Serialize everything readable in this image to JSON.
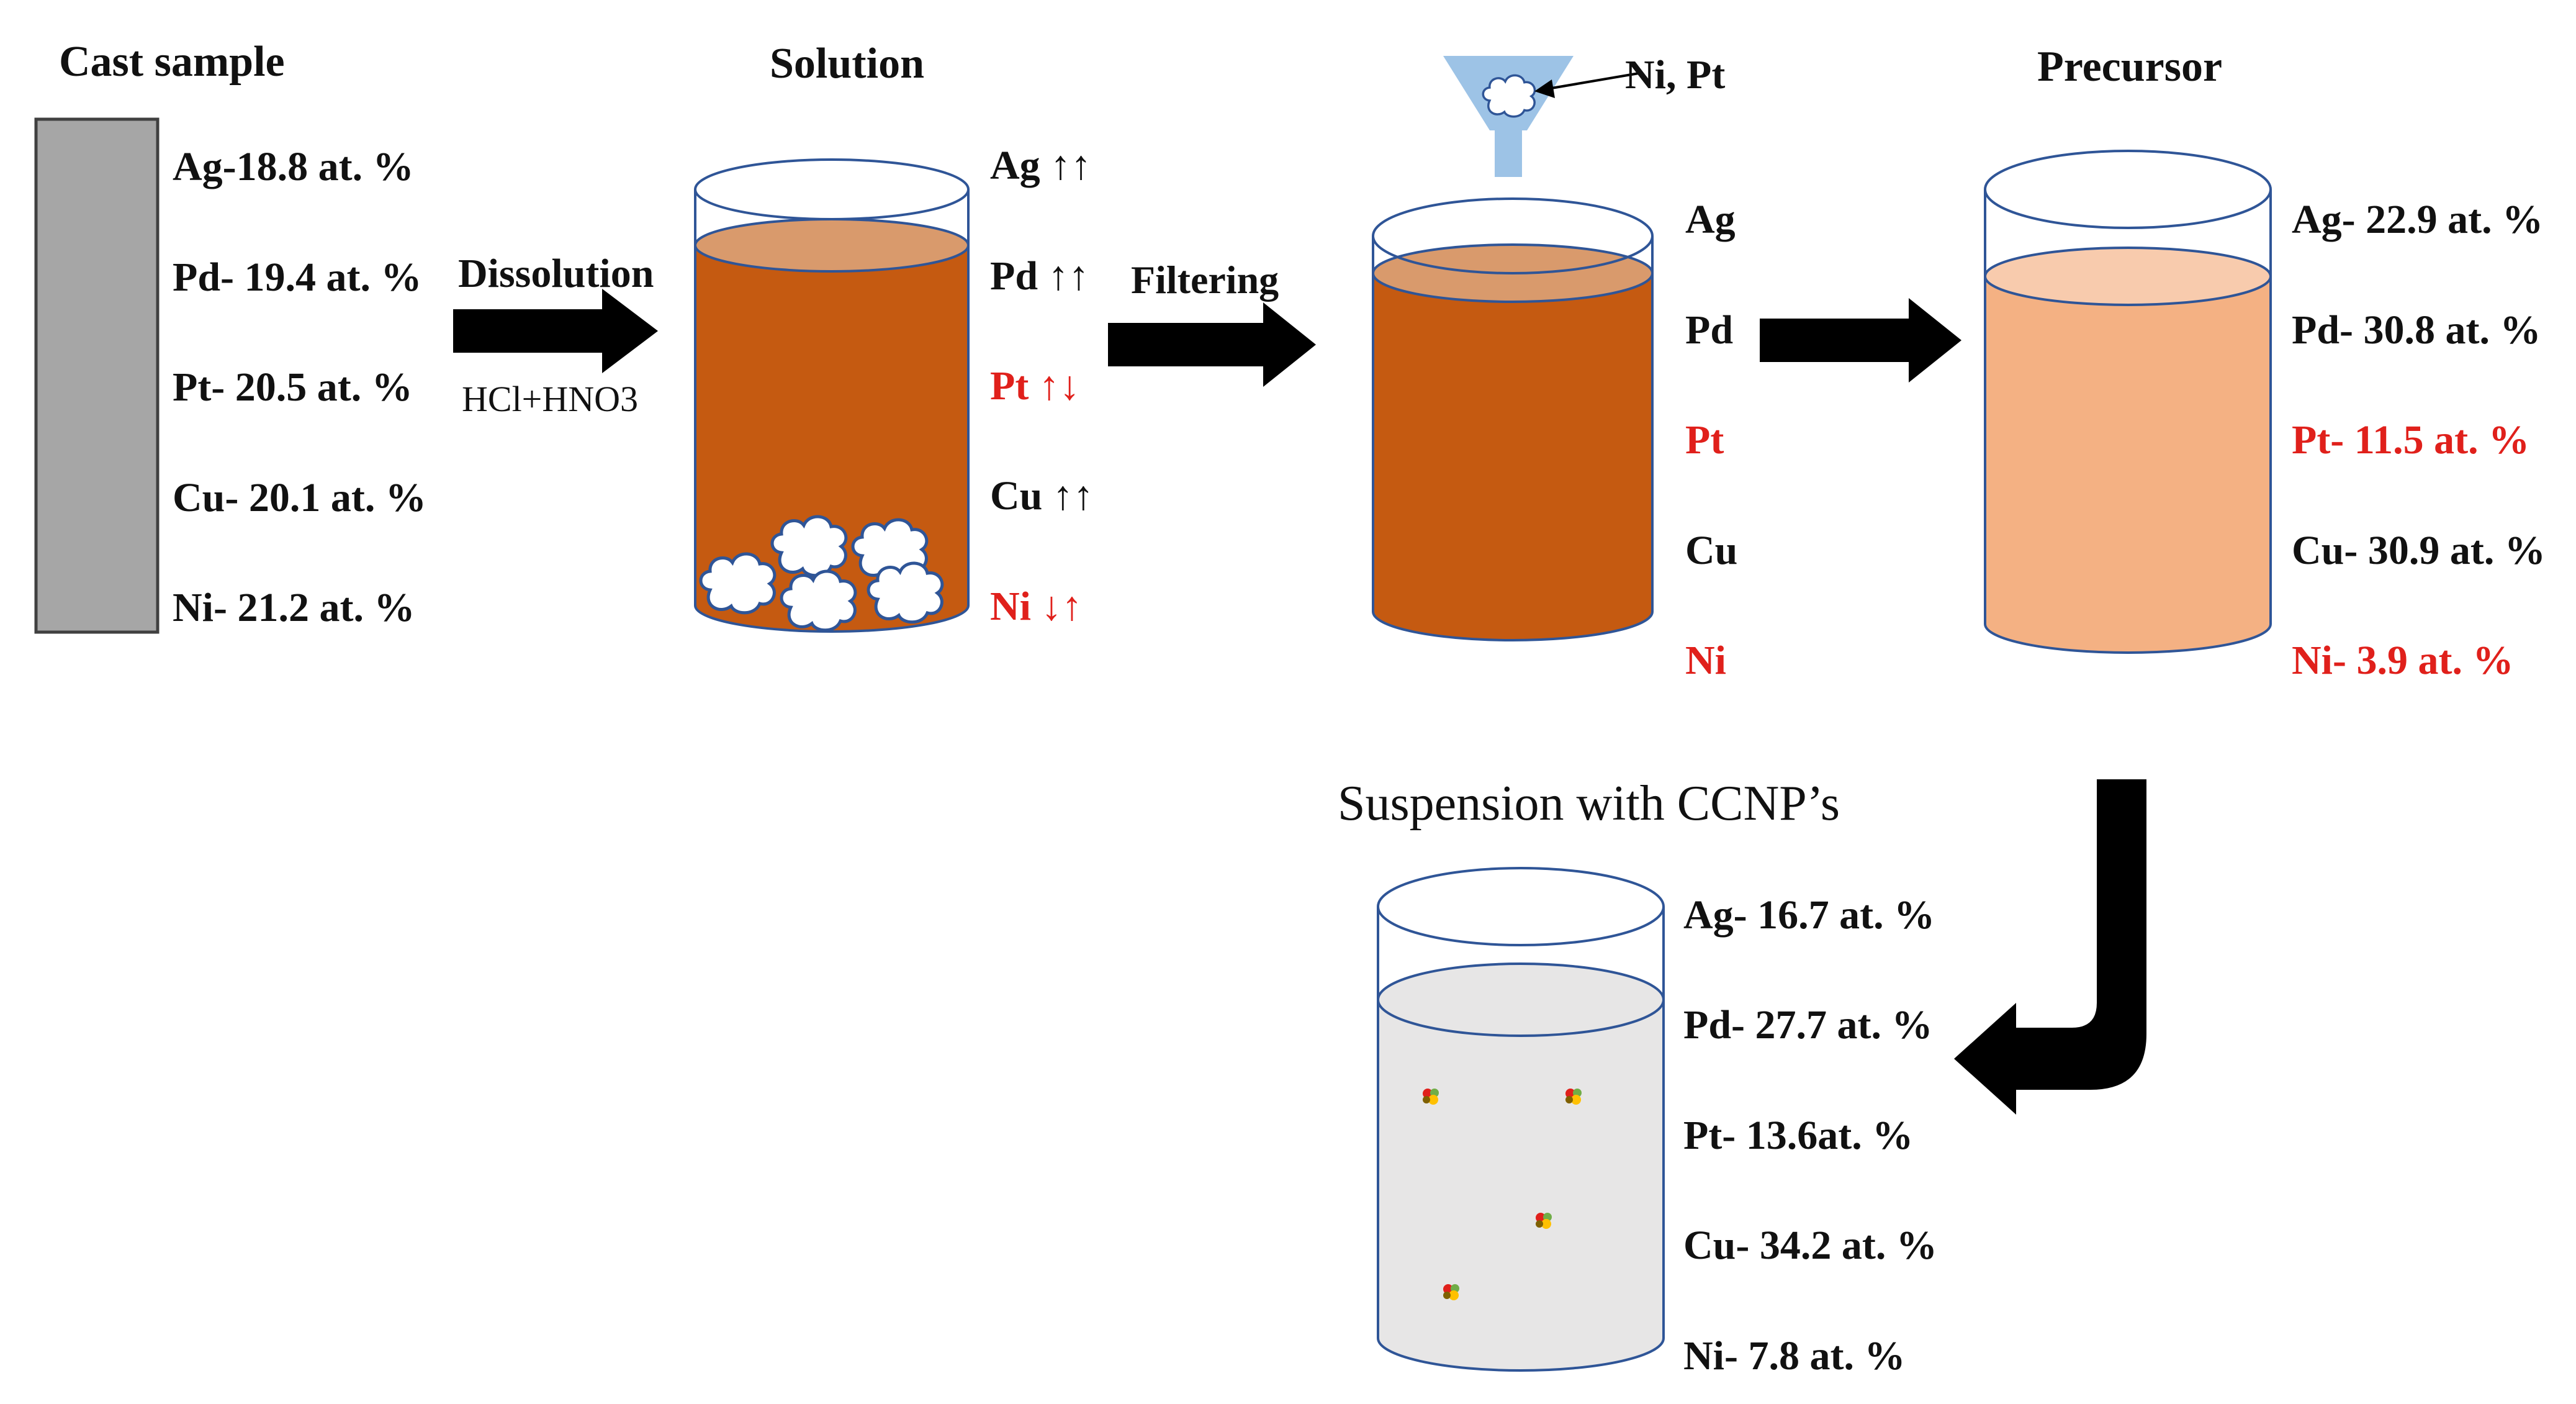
{
  "colors": {
    "red": "#e0201b",
    "solution": "#c55a11",
    "solution_surface": "#d99a6c",
    "precursor": "#f4b183",
    "precursor_surface": "#f8cbad",
    "suspension": "#e7e6e6",
    "funnel": "#9dc3e6",
    "cast_sample": "#a6a6a6"
  },
  "stage1": {
    "title": "Cast sample",
    "rows": [
      {
        "label": "Ag-18.8 at. %"
      },
      {
        "label": "Pd- 19.4 at. %"
      },
      {
        "label": "Pt- 20.5 at. %"
      },
      {
        "label": "Cu- 20.1 at. %"
      },
      {
        "label": "Ni- 21.2 at. %"
      }
    ]
  },
  "arrow1": {
    "label": "Dissolution",
    "sublabel": "HCl+HNO3"
  },
  "stage2": {
    "title": "Solution",
    "rows": [
      {
        "el": "Ag",
        "arrows": "↑↑",
        "highlight": false
      },
      {
        "el": "Pd",
        "arrows": "↑↑",
        "highlight": false
      },
      {
        "el": "Pt",
        "arrows": "↑↓",
        "highlight": true
      },
      {
        "el": "Cu",
        "arrows": "↑↑",
        "highlight": false
      },
      {
        "el": "Ni",
        "arrows": "↓↑",
        "highlight": true
      }
    ]
  },
  "arrow2": {
    "label": "Filtering"
  },
  "stage3": {
    "funnel_label": "Ni, Pt",
    "rows": [
      {
        "el": "Ag",
        "highlight": false
      },
      {
        "el": "Pd",
        "highlight": false
      },
      {
        "el": "Pt",
        "highlight": true
      },
      {
        "el": "Cu",
        "highlight": false
      },
      {
        "el": "Ni",
        "highlight": true
      }
    ]
  },
  "stage4": {
    "title": "Precursor",
    "rows": [
      {
        "label": "Ag- 22.9 at. %",
        "highlight": false
      },
      {
        "label": "Pd- 30.8 at. %",
        "highlight": false
      },
      {
        "label": "Pt- 11.5 at. %",
        "highlight": true
      },
      {
        "label": "Cu- 30.9 at. %",
        "highlight": false
      },
      {
        "label": "Ni- 3.9 at. %",
        "highlight": true
      }
    ]
  },
  "stage5": {
    "title": "Suspension with CCNP’s",
    "rows": [
      {
        "label": "Ag- 16.7 at. %"
      },
      {
        "label": "Pd- 27.7 at. %"
      },
      {
        "label": "Pt- 13.6at. %"
      },
      {
        "label": "Cu- 34.2 at. %"
      },
      {
        "label": "Ni- 7.8 at. %"
      }
    ]
  }
}
